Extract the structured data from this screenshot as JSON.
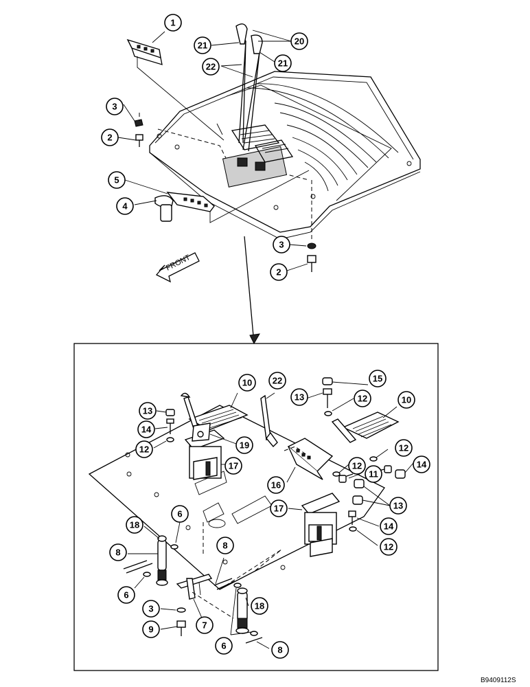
{
  "front_label": "FRONT",
  "figure_code": "B9409112S",
  "callouts": [
    {
      "id": "c1",
      "text": "1"
    },
    {
      "id": "c20",
      "text": "20"
    },
    {
      "id": "c21a",
      "text": "21"
    },
    {
      "id": "c21b",
      "text": "21"
    },
    {
      "id": "c22a",
      "text": "22"
    },
    {
      "id": "c3a",
      "text": "3"
    },
    {
      "id": "c2a",
      "text": "2"
    },
    {
      "id": "c5",
      "text": "5"
    },
    {
      "id": "c4",
      "text": "4"
    },
    {
      "id": "c3b",
      "text": "3"
    },
    {
      "id": "c2b",
      "text": "2"
    },
    {
      "id": "c10a",
      "text": "10"
    },
    {
      "id": "c22b",
      "text": "22"
    },
    {
      "id": "c15",
      "text": "15"
    },
    {
      "id": "c13a",
      "text": "13"
    },
    {
      "id": "c12a",
      "text": "12"
    },
    {
      "id": "c10b",
      "text": "10"
    },
    {
      "id": "c13b",
      "text": "13"
    },
    {
      "id": "c14a",
      "text": "14"
    },
    {
      "id": "c12b",
      "text": "12"
    },
    {
      "id": "c19",
      "text": "19"
    },
    {
      "id": "c12c",
      "text": "12"
    },
    {
      "id": "c14b",
      "text": "14"
    },
    {
      "id": "c17a",
      "text": "17"
    },
    {
      "id": "c12d",
      "text": "12"
    },
    {
      "id": "c11",
      "text": "11"
    },
    {
      "id": "c16",
      "text": "16"
    },
    {
      "id": "c13c",
      "text": "13"
    },
    {
      "id": "c17b",
      "text": "17"
    },
    {
      "id": "c14c",
      "text": "14"
    },
    {
      "id": "c12e",
      "text": "12"
    },
    {
      "id": "c18a",
      "text": "18"
    },
    {
      "id": "c6a",
      "text": "6"
    },
    {
      "id": "c8a",
      "text": "8"
    },
    {
      "id": "c8b",
      "text": "8"
    },
    {
      "id": "c6b",
      "text": "6"
    },
    {
      "id": "c3c",
      "text": "3"
    },
    {
      "id": "c7",
      "text": "7"
    },
    {
      "id": "c18b",
      "text": "18"
    },
    {
      "id": "c9",
      "text": "9"
    },
    {
      "id": "c6c",
      "text": "6"
    },
    {
      "id": "c8c",
      "text": "8"
    }
  ]
}
